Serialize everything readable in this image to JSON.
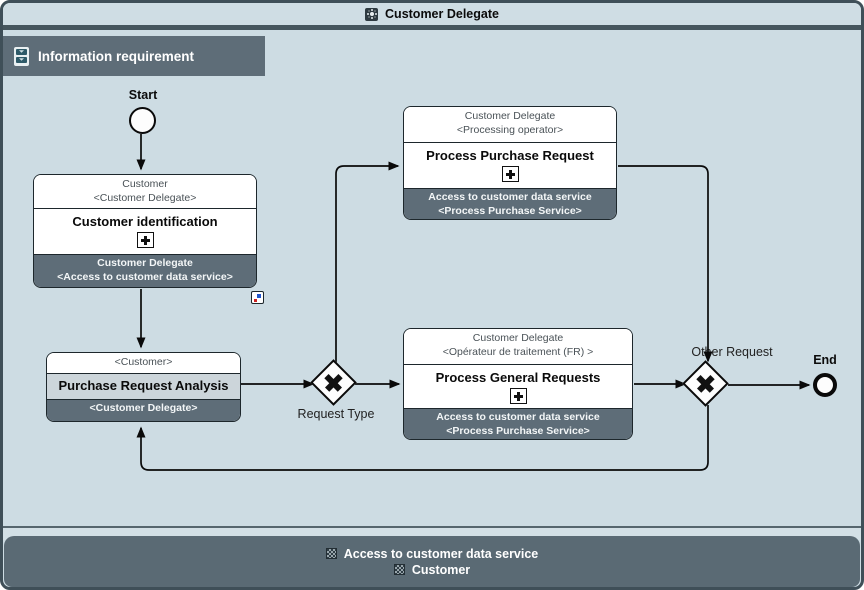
{
  "window": {
    "title": "Customer Delegate"
  },
  "panel": {
    "title": "Information requirement"
  },
  "diagram": {
    "start": {
      "label": "Start"
    },
    "end": {
      "label": "End"
    },
    "gateways": {
      "request_type": {
        "label": "Request Type"
      },
      "other_request": {
        "label": "Other Request"
      }
    },
    "tasks": {
      "customer_identification": {
        "header_line1": "Customer",
        "header_line2": "<Customer Delegate>",
        "title": "Customer identification",
        "footer_line1": "Customer Delegate",
        "footer_line2": "<Access to customer data service>"
      },
      "purchase_request_analysis": {
        "header_line1": "<Customer>",
        "title": "Purchase Request Analysis",
        "footer_line1": "<Customer Delegate>"
      },
      "process_purchase_request": {
        "header_line1": "Customer Delegate",
        "header_line2": "<Processing operator>",
        "title": "Process Purchase Request",
        "footer_line1": "Access to customer data service",
        "footer_line2": "<Process Purchase Service>"
      },
      "process_general_requests": {
        "header_line1": "Customer Delegate",
        "header_line2": "<Opérateur de traitement (FR) >",
        "title": "Process General Requests",
        "footer_line1": "Access to customer data service",
        "footer_line2": "<Process Purchase Service>"
      }
    }
  },
  "footer": {
    "items": [
      "Access to customer data service",
      "Customer"
    ]
  },
  "icons": {
    "window_title_icon": "gear-grid",
    "panel_icon": "stacked-messages",
    "subprocess_marker": "plus",
    "decorator_icon": "colored-squares",
    "footer_item_icon": "checkerboard"
  },
  "colors": {
    "canvas": "#cddce3",
    "slate_header": "#5e6d78",
    "window_border": "#3f4f58",
    "task_border": "#1d272c",
    "flow_line": "#0a0a0a",
    "selected_task_bg": "#ccd5da",
    "decorator_blue": "#2255cc",
    "decorator_red": "#cc2222"
  }
}
